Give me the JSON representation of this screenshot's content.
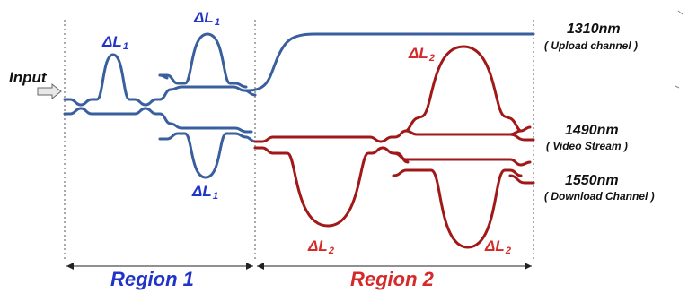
{
  "input_label": "Input",
  "delta_l1": {
    "symbol": "ΔL",
    "subscript": "1"
  },
  "delta_l2": {
    "symbol": "ΔL",
    "subscript": "2"
  },
  "outputs": [
    {
      "wavelength": "1310nm",
      "channel": "( Upload channel )"
    },
    {
      "wavelength": "1490nm",
      "channel": "( Video Stream )"
    },
    {
      "wavelength": "1550nm",
      "channel": "( Download Channel )"
    }
  ],
  "regions": [
    {
      "label": "Region 1"
    },
    {
      "label": "Region 2"
    }
  ],
  "colors": {
    "region1": "#2233c8",
    "region2": "#d42a2a",
    "waveguide_blue": "#3a5f9e",
    "waveguide_red": "#a01818"
  }
}
